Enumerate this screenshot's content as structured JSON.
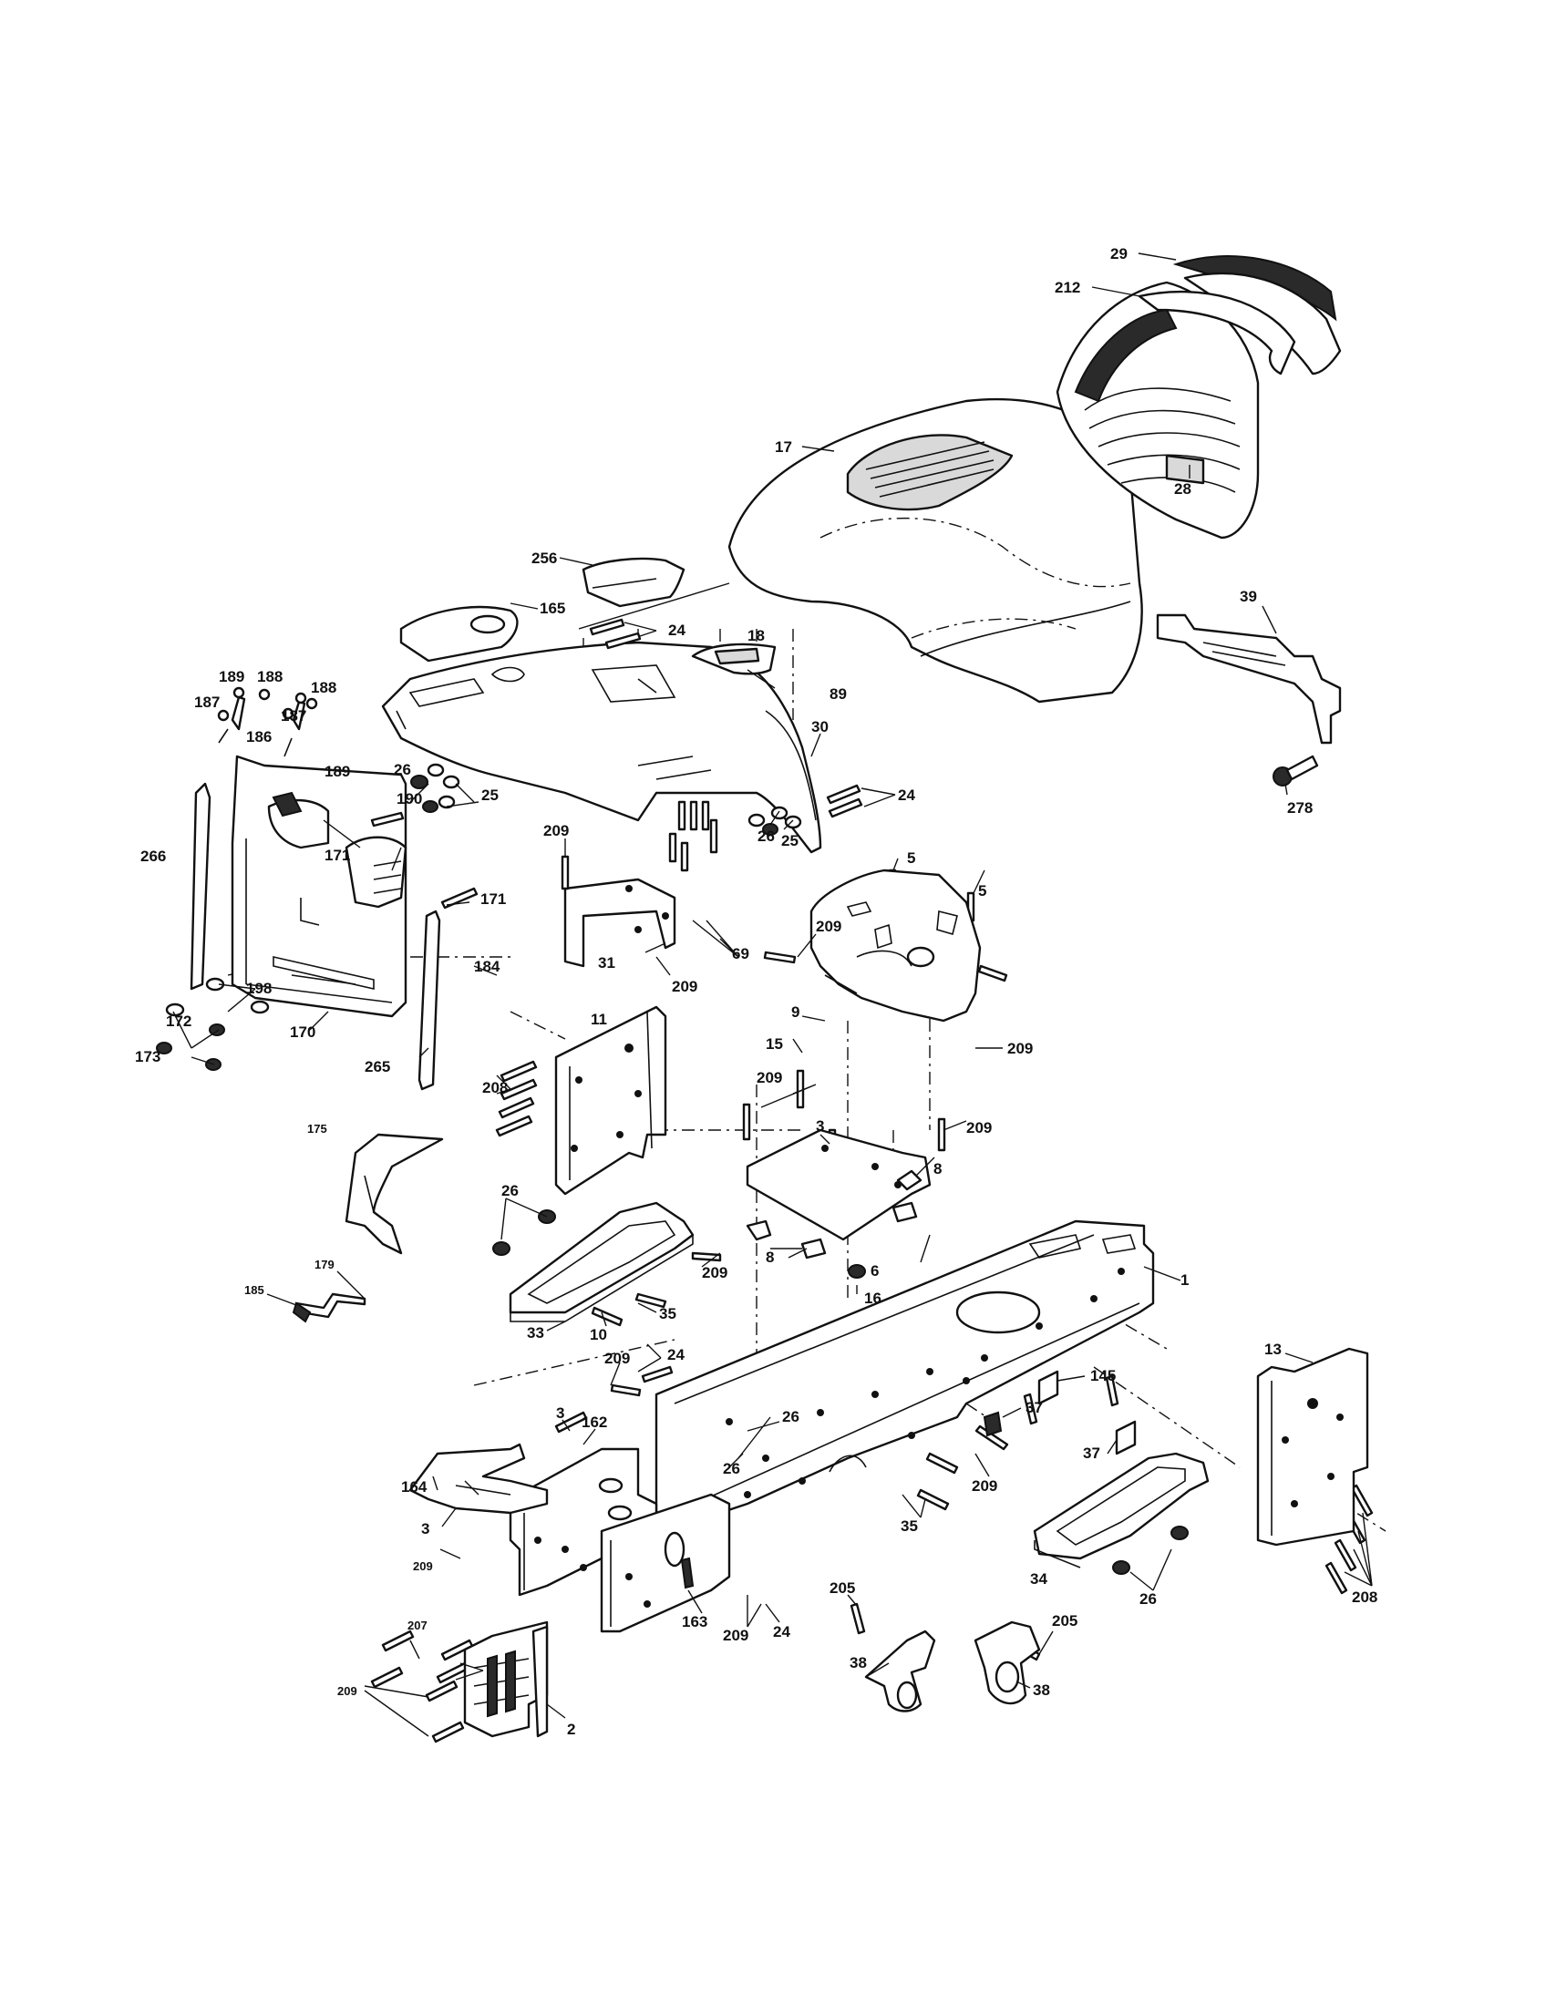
{
  "callouts": {
    "c29": "29",
    "c212": "212",
    "c17": "17",
    "c28": "28",
    "c256": "256",
    "c165": "165",
    "c24a": "24",
    "c18": "18",
    "c89": "89",
    "c39": "39",
    "c278": "278",
    "c189a": "189",
    "c188a": "188",
    "c188b": "188",
    "c187a": "187",
    "c186": "186",
    "c187b": "187",
    "c189b": "189",
    "c26a": "26",
    "c25a": "25",
    "c30": "30",
    "c24b": "24",
    "c190": "190",
    "c266": "266",
    "c171a": "171",
    "c171b": "171",
    "c209a": "209",
    "c26b": "26",
    "c25b": "25",
    "c5a": "5",
    "c5b": "5",
    "c209b": "209",
    "c69": "69",
    "c198": "198",
    "c172": "172",
    "c173": "173",
    "c170": "170",
    "c184": "184",
    "c265": "265",
    "c31": "31",
    "c209c": "209",
    "c9": "9",
    "c11": "11",
    "c15": "15",
    "c209d": "209",
    "c208a": "208",
    "c209e": "209",
    "c3a": "3",
    "c209f": "209",
    "c175": "175",
    "c8a": "8",
    "c26c": "26",
    "c209g": "209",
    "c8b": "8",
    "c6": "6",
    "c179": "179",
    "c185": "185",
    "c35a": "35",
    "c16": "16",
    "c1": "1",
    "c33": "33",
    "c10": "10",
    "c24c": "24",
    "c209h": "209",
    "c145": "145",
    "c13": "13",
    "c3b": "3",
    "c162": "162",
    "c26d": "26",
    "c37a": "37",
    "c26e": "26",
    "c37b": "37",
    "c209i": "209",
    "c164": "164",
    "c3c": "3",
    "c35b": "35",
    "c209j": "209",
    "c207": "207",
    "c205a": "205",
    "c34": "34",
    "c26f": "26",
    "c208b": "208",
    "c163": "163",
    "c209k": "209",
    "c24d": "24",
    "c209l": "209",
    "c2": "2",
    "c38a": "38",
    "c205b": "205",
    "c38b": "38"
  }
}
